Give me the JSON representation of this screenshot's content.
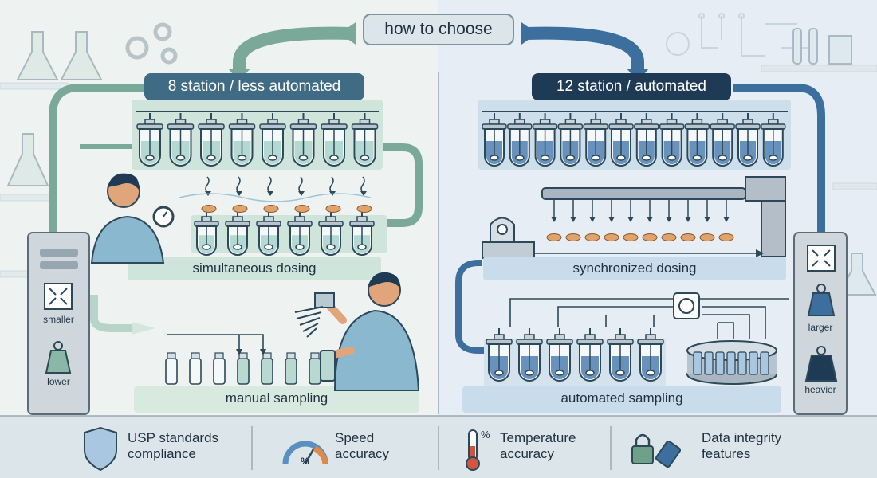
{
  "header": {
    "title": "how to choose"
  },
  "left": {
    "title": "8 station / less automated",
    "dosing": "simultaneous dosing",
    "sampling": "manual sampling",
    "size": "smaller",
    "weight": "lower",
    "stations": 8
  },
  "right": {
    "title": "12 station / automated",
    "dosing": "synchronized dosing",
    "sampling": "automated sampling",
    "size": "larger",
    "weight": "heavier",
    "stations": 12
  },
  "features": [
    {
      "line1": "USP standards",
      "line2": "compliance",
      "icon": "shield-icon"
    },
    {
      "line1": "Speed",
      "line2": "accuracy",
      "icon": "gauge-icon",
      "glyph": "%"
    },
    {
      "line1": "Temperature",
      "line2": "accuracy",
      "icon": "thermometer-icon",
      "glyph": "%"
    },
    {
      "line1": "Data integrity",
      "line2": "features",
      "icon": "lock-usb-icon"
    }
  ],
  "colors": {
    "left_accent": "#7aa99a",
    "right_accent": "#3d6f9e",
    "dark_badge": "#1f3a55",
    "liquid_left": "#a8d3cc",
    "liquid_right": "#4f7fb0",
    "tablet": "#e1a36c"
  }
}
